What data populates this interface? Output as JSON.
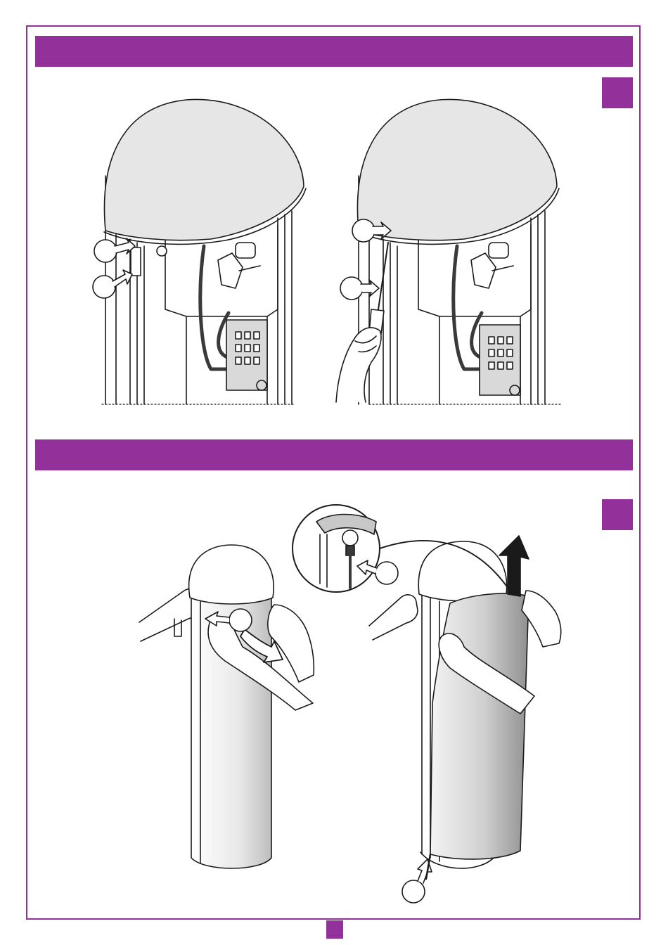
{
  "colors": {
    "accent": "#93319a",
    "line": "#1a1a1a",
    "dome": "#e6e6e6",
    "panel": "#d9d9d9"
  },
  "sections": [
    {
      "header_text": "",
      "step_label": ""
    },
    {
      "header_text": "",
      "step_label": ""
    }
  ],
  "illustrations": [
    {
      "name": "dome-removal-left",
      "callouts": 2
    },
    {
      "name": "dome-removal-screwdriver",
      "callouts": 2
    },
    {
      "name": "cover-removal-hex-key",
      "callouts": 1
    },
    {
      "name": "cover-lift-with-lamp-detail",
      "callouts": 2
    }
  ],
  "page_number": ""
}
